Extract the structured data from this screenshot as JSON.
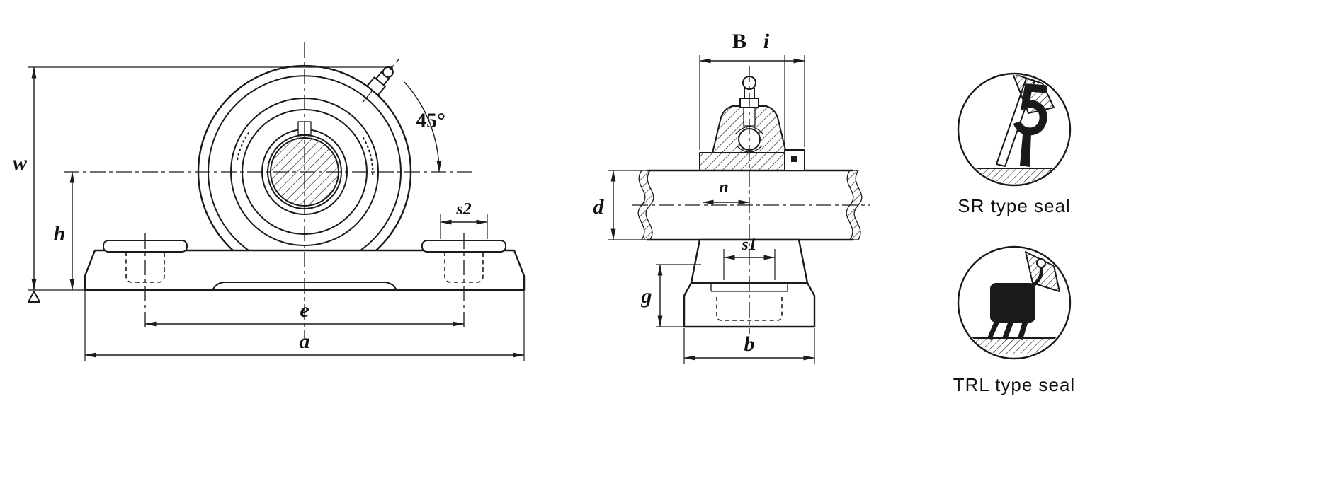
{
  "page": {
    "background": "#ffffff",
    "line_color": "#1a1a1a"
  },
  "front_view": {
    "dims": {
      "w": "w",
      "h": "h",
      "s2": "s2",
      "e": "e",
      "a": "a"
    },
    "angle_label": "45°"
  },
  "side_view": {
    "dims": {
      "B": "B",
      "i": "i",
      "d": "d",
      "n": "n",
      "s1": "s1",
      "g": "g",
      "b": "b"
    }
  },
  "seal_details": [
    {
      "label": "SR type seal"
    },
    {
      "label": "TRL type seal"
    }
  ]
}
